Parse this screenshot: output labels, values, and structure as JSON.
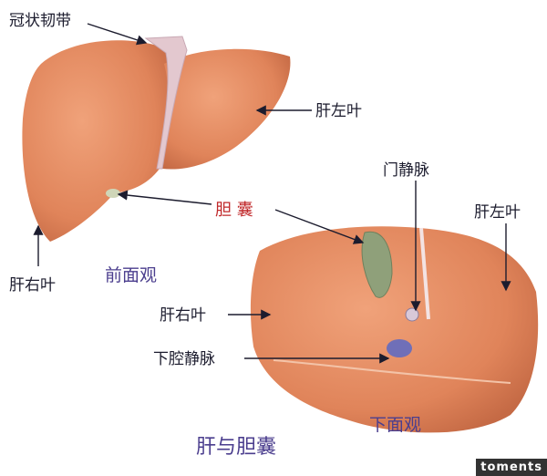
{
  "labels": {
    "coronary_ligament": "冠状韧带",
    "left_lobe_front": "肝左叶",
    "gallbladder": "胆 囊",
    "portal_vein": "门静脉",
    "left_lobe_bottom": "肝左叶",
    "right_lobe_front": "肝右叶",
    "front_view": "前面观",
    "right_lobe_bottom": "肝右叶",
    "inferior_vena_cava": "下腔静脉",
    "title": "肝与胆囊",
    "bottom_view": "下面观"
  },
  "watermark": "toments",
  "colors": {
    "liver": "#e08a5c",
    "gallbladder": "#8fa07a",
    "vena_cava": "#6f6fb8",
    "label_red": "#c0282a",
    "view_label": "#4b3e8e"
  }
}
